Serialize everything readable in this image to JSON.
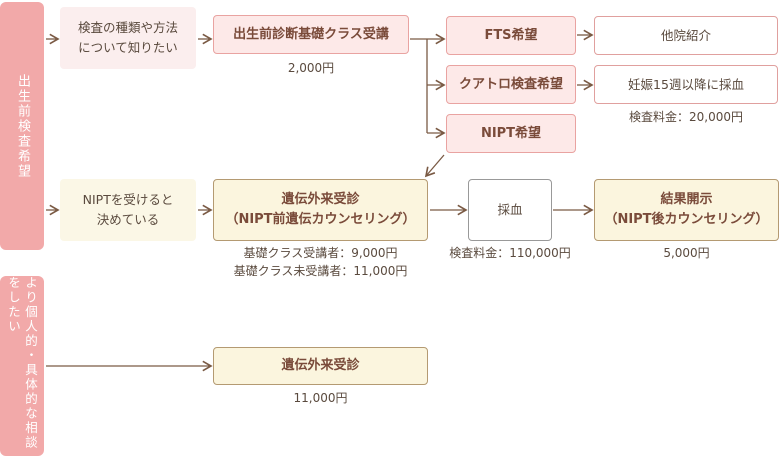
{
  "sidebar": {
    "prenatal": "出生前検査希望",
    "consult": "より個人的・具体的な相談をしたい"
  },
  "boxes": {
    "intro1": "検査の種類や方法\nについて知りたい",
    "basic_class": "出生前診断基礎クラス受講",
    "fts": "FTS希望",
    "referral": "他院紹介",
    "quattro": "クアトロ検査希望",
    "quattro_note": "妊娠15週以降に採血",
    "nipt_wish": "NIPT希望",
    "intro2": "NIPTを受けると\n決めている",
    "genetic_pre": "遺伝外来受診\n（NIPT前遺伝カウンセリング）",
    "blood": "採血",
    "result": "結果開示\n（NIPT後カウンセリング）",
    "genetic_only": "遺伝外来受診"
  },
  "captions": {
    "basic_class_fee": "2,000円",
    "quattro_fee": "検査料金：20,000円",
    "genetic_pre_fee1": "基礎クラス受講者：9,000円",
    "genetic_pre_fee2": "基礎クラス未受講者：11,000円",
    "blood_fee": "検査料金：110,000円",
    "result_fee": "5,000円",
    "genetic_only_fee": "11,000円"
  },
  "colors": {
    "sidebar": "#f2a9a9",
    "pink_fill": "#fde9e8",
    "pink_border": "#e9a3a1",
    "yellow_fill": "#fbf5de",
    "yellow_border": "#b49a72",
    "arrow": "#7a5a44"
  }
}
